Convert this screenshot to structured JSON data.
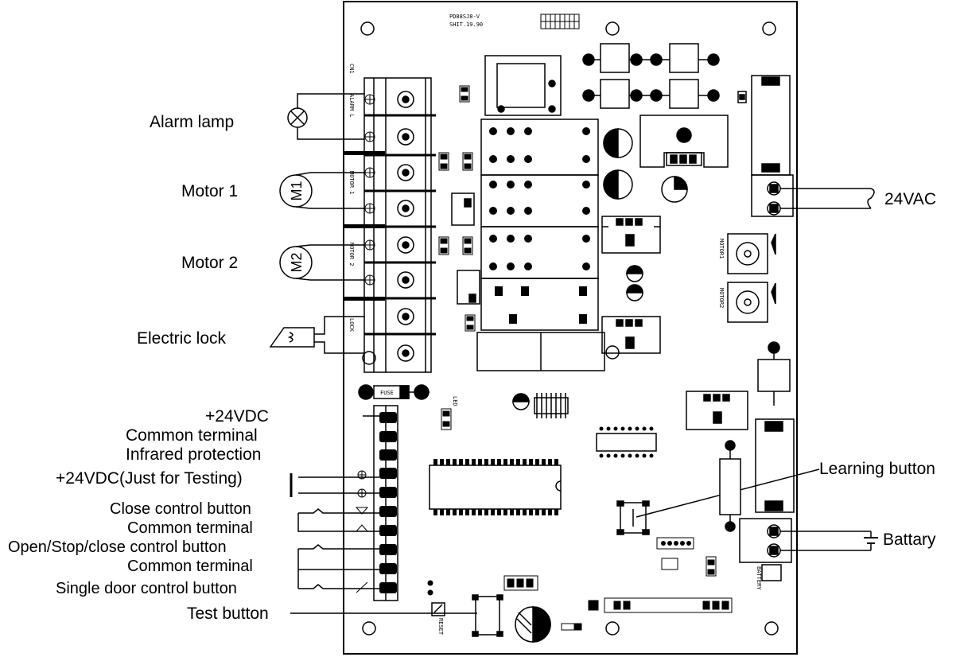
{
  "left_labels": {
    "alarm_lamp": "Alarm lamp",
    "motor1": "Motor 1",
    "motor2": "Motor 2",
    "electric_lock": "Electric lock",
    "vdc24": "+24VDC",
    "common1": "Common terminal",
    "infrared": "Infrared protection",
    "vdc_test": "+24VDC(Just for Testing)",
    "close_btn": "Close control button",
    "common2": "Common terminal",
    "open_stop_close": "Open/Stop/close control button",
    "common3": "Common terminal",
    "single_door": "Single door control button",
    "test_button": "Test button"
  },
  "right_labels": {
    "vac24": "24VAC",
    "learning": "Learning button",
    "battery": "Battary"
  },
  "symbols": {
    "m1": "M1",
    "m2": "M2"
  },
  "board_text": {
    "board_id": "PD88SJ8-V",
    "board_date": "SHIT.19.90",
    "cn1": "CN1",
    "alarm_term": "ALARM L",
    "motor1_term": "MOTOR 1",
    "motor2_term": "MOTOR 2",
    "lock_term": "LOCK",
    "fuse": "FUSE",
    "motor1_pot": "MOTOR1",
    "motor2_pot": "MOTOR2",
    "batt_term": "BATTERY",
    "reset": "RESET",
    "led": "LED"
  },
  "colors": {
    "line": "#000000",
    "background": "#ffffff",
    "board_outline": "#000000"
  },
  "icons": [
    "alarm-lamp-icon",
    "motor-icon",
    "electric-lock-icon",
    "battery-icon",
    "ac-source-icon"
  ]
}
